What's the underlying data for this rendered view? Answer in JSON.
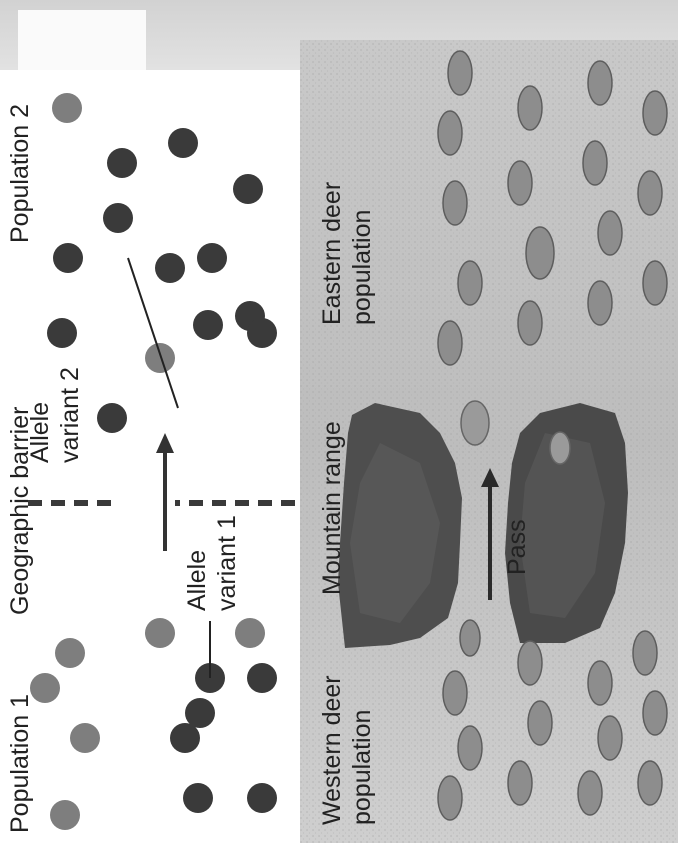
{
  "diagram": {
    "population_1_label": "Population 1",
    "population_2_label": "Population 2",
    "barrier_label": "Geographic barrier",
    "allele_1_line1": "Allele",
    "allele_1_line2": "variant 1",
    "allele_2_line1": "Allele",
    "allele_2_line2": "variant 2",
    "western_line1": "Western deer",
    "western_line2": "population",
    "mountain_label": "Mountain range",
    "eastern_line1": "Eastern deer",
    "eastern_line2": "population",
    "pass_label": "Pass"
  },
  "colors": {
    "allele_variant_1": "#7e7e7e",
    "allele_variant_2": "#3a3a3a",
    "mountain": "#4e4e4e",
    "background_photo": "#c8c8c8"
  }
}
